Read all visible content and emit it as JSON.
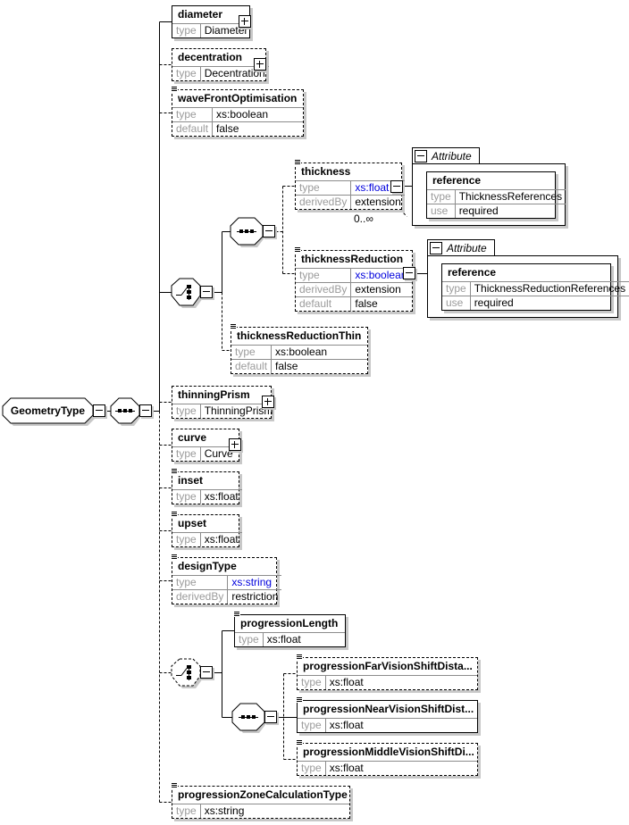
{
  "diagram_title": "GeometryType schema diagram",
  "root": {
    "name": "GeometryType"
  },
  "labels": {
    "occurrence_0_inf": "0..∞"
  },
  "icons": {
    "plus": "+",
    "minus": "−",
    "annotation": "≡",
    "sequence": "•••",
    "choice": "switch"
  },
  "colors": {
    "border": "#000000",
    "link_blue": "#0000dd",
    "label_gray": "#9b9b9b",
    "shadow_gray": "#c8c8c8",
    "background": "#ffffff"
  },
  "nodes": [
    {
      "name": "diameter",
      "optional": false,
      "rows": [
        {
          "label": "type",
          "value": "Diameter"
        }
      ]
    },
    {
      "name": "decentration",
      "optional": true,
      "rows": [
        {
          "label": "type",
          "value": "Decentration"
        }
      ]
    },
    {
      "name": "waveFrontOptimisation",
      "optional": true,
      "rows": [
        {
          "label": "type",
          "value": "xs:boolean"
        },
        {
          "label": "default",
          "value": "false"
        }
      ]
    },
    {
      "name": "thickness",
      "optional": true,
      "occurrence": "0..∞",
      "rows": [
        {
          "label": "type",
          "value": "xs:float"
        },
        {
          "label": "derivedBy",
          "value": "extension"
        }
      ]
    },
    {
      "name": "thicknessReduction",
      "optional": true,
      "rows": [
        {
          "label": "type",
          "value": "xs:boolean"
        },
        {
          "label": "derivedBy",
          "value": "extension"
        },
        {
          "label": "default",
          "value": "false"
        }
      ]
    },
    {
      "name": "thicknessReductionThin",
      "optional": true,
      "rows": [
        {
          "label": "type",
          "value": "xs:boolean"
        },
        {
          "label": "default",
          "value": "false"
        }
      ]
    },
    {
      "name": "thinningPrism",
      "optional": true,
      "rows": [
        {
          "label": "type",
          "value": "ThinningPrism"
        }
      ]
    },
    {
      "name": "curve",
      "optional": true,
      "rows": [
        {
          "label": "type",
          "value": "Curve"
        }
      ]
    },
    {
      "name": "inset",
      "optional": true,
      "rows": [
        {
          "label": "type",
          "value": "xs:float"
        }
      ]
    },
    {
      "name": "upset",
      "optional": true,
      "rows": [
        {
          "label": "type",
          "value": "xs:float"
        }
      ]
    },
    {
      "name": "designType",
      "optional": true,
      "rows": [
        {
          "label": "type",
          "value": "xs:string"
        },
        {
          "label": "derivedBy",
          "value": "restriction"
        }
      ]
    },
    {
      "name": "progressionLength",
      "optional": false,
      "rows": [
        {
          "label": "type",
          "value": "xs:float"
        }
      ]
    },
    {
      "name": "progressionFarVisionShiftDista...",
      "optional": true,
      "rows": [
        {
          "label": "type",
          "value": "xs:float"
        }
      ]
    },
    {
      "name": "progressionNearVisionShiftDist...",
      "optional": false,
      "rows": [
        {
          "label": "type",
          "value": "xs:float"
        }
      ]
    },
    {
      "name": "progressionMiddleVisionShiftDi...",
      "optional": true,
      "rows": [
        {
          "label": "type",
          "value": "xs:float"
        }
      ]
    },
    {
      "name": "progressionZoneCalculationType",
      "optional": true,
      "rows": [
        {
          "label": "type",
          "value": "xs:string"
        }
      ]
    }
  ],
  "attribute_groups": [
    {
      "header": "Attribute",
      "attribute": {
        "name": "reference",
        "rows": [
          {
            "label": "type",
            "value": "ThicknessReferences"
          },
          {
            "label": "use",
            "value": "required"
          }
        ]
      }
    },
    {
      "header": "Attribute",
      "attribute": {
        "name": "reference",
        "rows": [
          {
            "label": "type",
            "value": "ThicknessReductionReferences"
          },
          {
            "label": "use",
            "value": "required"
          }
        ]
      }
    }
  ]
}
